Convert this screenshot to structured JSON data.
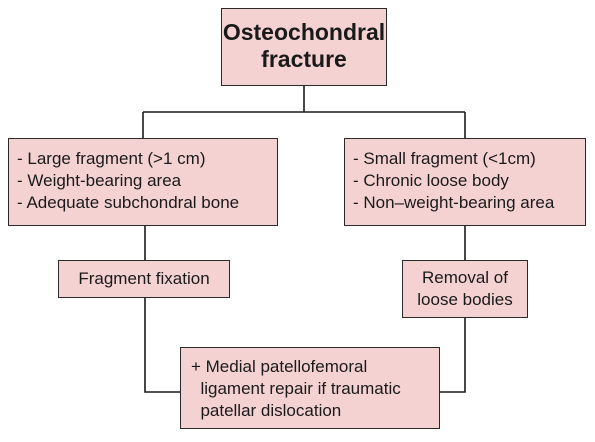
{
  "diagram": {
    "top_box": {
      "lines": [
        "Osteochondral",
        "fracture"
      ]
    },
    "left_criteria": {
      "lines": [
        "- Large fragment (>1 cm)",
        "- Weight-bearing area",
        "- Adequate subchondral bone"
      ]
    },
    "right_criteria": {
      "lines": [
        "- Small fragment (<1cm)",
        "- Chronic loose body",
        "- Non–weight-bearing area"
      ]
    },
    "fixation": {
      "label": "Fragment fixation"
    },
    "removal": {
      "lines": [
        "Removal of",
        "loose bodies"
      ]
    },
    "bottom_box": {
      "lines": [
        "+ Medial patellofemoral",
        "  ligament repair if traumatic",
        "  patellar dislocation"
      ]
    },
    "colors": {
      "box_fill": "#f5d2d2",
      "box_border": "#2a2a2a",
      "connector": "#1a1a1a"
    }
  }
}
